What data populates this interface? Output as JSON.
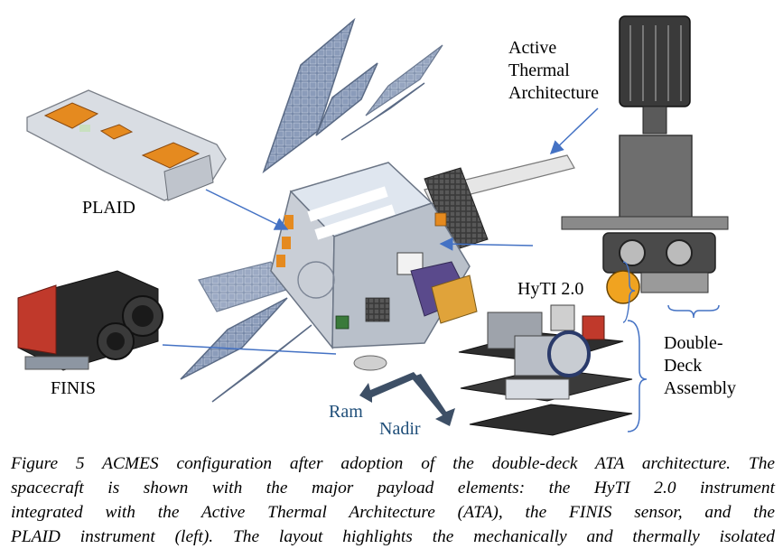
{
  "figure": {
    "labels": {
      "plaid": "PLAID",
      "finis": "FINIS",
      "active_thermal_line1": "Active",
      "active_thermal_line2": "Thermal",
      "active_thermal_line3": "Architecture",
      "hyti": "HyTI 2.0",
      "double_line1": "Double-",
      "double_line2": "Deck",
      "double_line3": "Assembly",
      "ram": "Ram",
      "nadir": "Nadir"
    },
    "colors": {
      "leader_line": "#4472c4",
      "direction_arrow": "#3d4f66",
      "direction_text": "#1f4e79",
      "panel": "#6b7d99",
      "orange": "#e58a1f",
      "gold": "#e0a33a"
    }
  },
  "caption": {
    "line1": "Figure 5 ACMES configuration after adoption of the double-deck ATA architecture. The",
    "line2": "spacecraft is shown with the major payload elements: the HyTI 2.0 instrument",
    "line3": "integrated with the Active Thermal Architecture (ATA), the FINIS sensor, and the",
    "line4": "PLAID instrument (left). The layout highlights the mechanically and thermally isolated"
  }
}
